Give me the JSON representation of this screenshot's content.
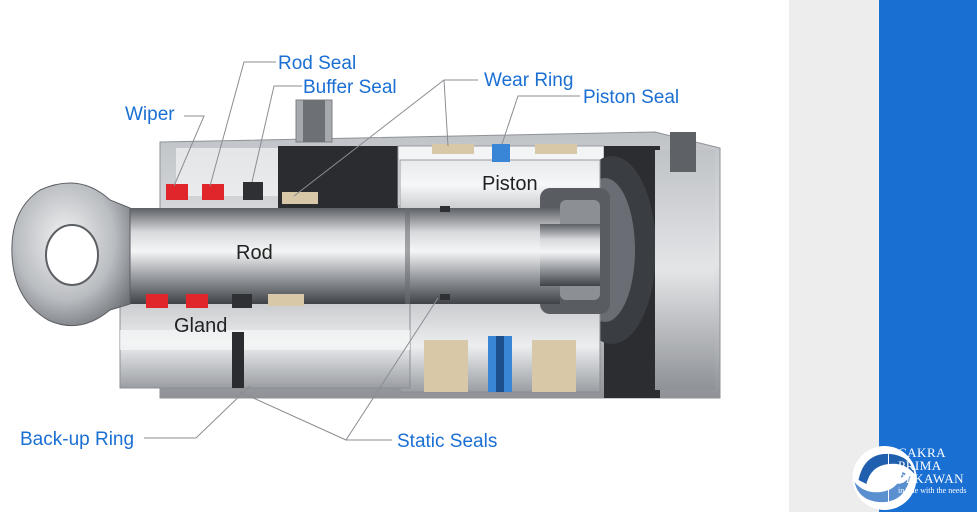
{
  "labels": {
    "rod_seal": "Rod Seal",
    "buffer_seal": "Buffer Seal",
    "wear_ring": "Wear Ring",
    "piston_seal": "Piston Seal",
    "wiper": "Wiper",
    "piston": "Piston",
    "rod": "Rod",
    "gland": "Gland",
    "backup_ring": "Back-up Ring",
    "static_seals": "Static Seals"
  },
  "brand": {
    "line1": "CAKRA",
    "line2": "PRIMA",
    "line3": "SEKAWAN",
    "tagline": "in line with the needs"
  },
  "colors": {
    "label_blue": "#1a6fd3",
    "brand_blue": "#1a6fd3",
    "panel_gray": "#ededed",
    "seal_red": "#e0262b",
    "seal_blue": "#3a86d6",
    "wear_ring": "#d9c8a8"
  }
}
